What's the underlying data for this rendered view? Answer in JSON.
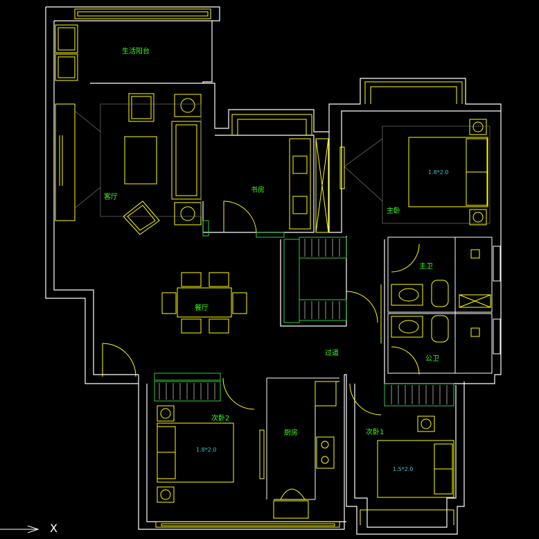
{
  "rooms": {
    "balcony": "生活阳台",
    "living": "客厅",
    "study": "书房",
    "master": "主卧",
    "master_bath": "主卫",
    "dining": "餐厅",
    "corridor": "过道",
    "public_bath": "公卫",
    "bedroom2": "次卧2",
    "kitchen": "厨房",
    "bedroom1": "次卧1"
  },
  "bed_labels": {
    "master": "1.8*2.0",
    "bedroom2": "1.8*2.0",
    "bedroom1": "1.5*2.0"
  },
  "axis": {
    "x_label": "X"
  },
  "colors": {
    "wall": "#ffffff",
    "furniture": "#ffff00",
    "hatch": "#2ecc40",
    "text_room": "#39ff14",
    "text_fixture": "#1fb3b3",
    "background": "#000000"
  }
}
